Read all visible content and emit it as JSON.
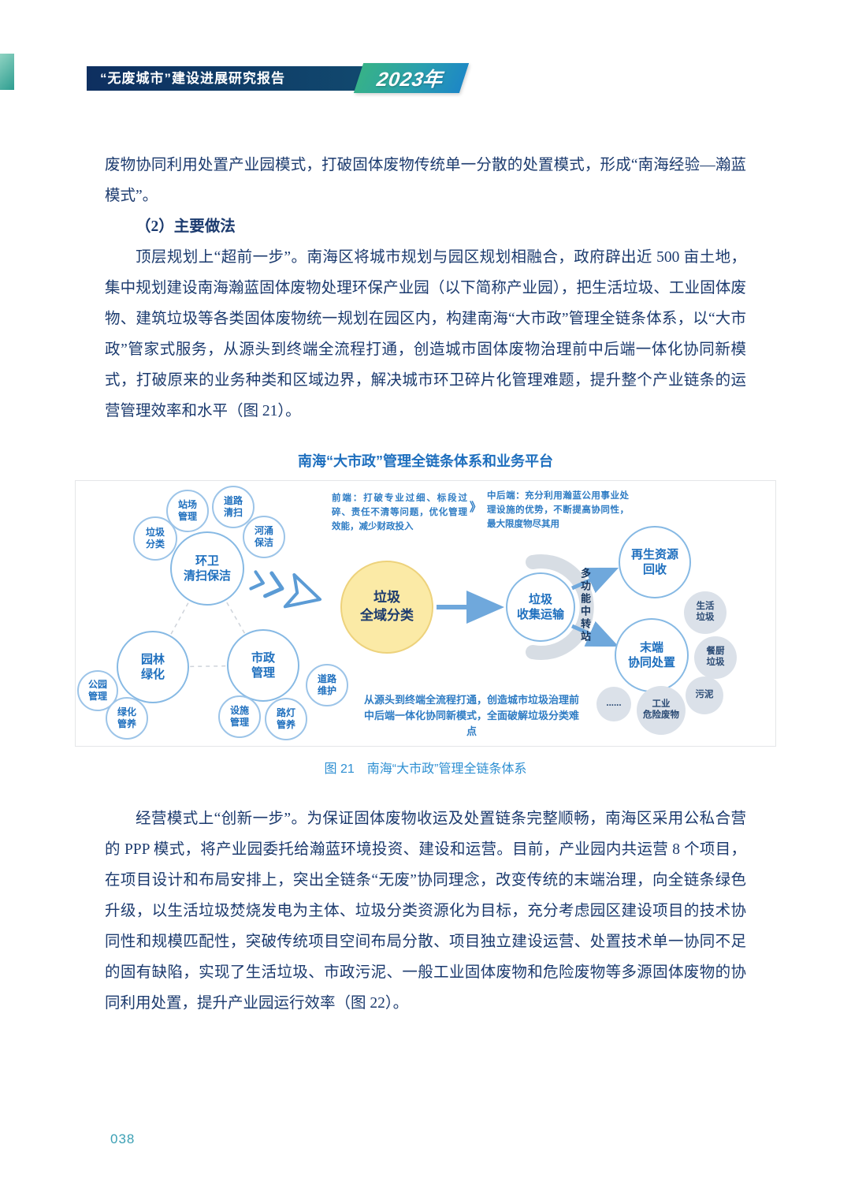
{
  "header": {
    "title": "“无废城市”建设进展研究报告",
    "year_badge": "2023年"
  },
  "body": {
    "para1": "废物协同利用处置产业园模式，打破固体废物传统单一分散的处置模式，形成“南海经验—瀚蓝模式”。",
    "heading": "（2）主要做法",
    "para2": "顶层规划上“超前一步”。南海区将城市规划与园区规划相融合，政府辟出近 500 亩土地，集中规划建设南海瀚蓝固体废物处理环保产业园（以下简称产业园），把生活垃圾、工业固体废物、建筑垃圾等各类固体废物统一规划在园区内，构建南海“大市政”管理全链条体系，以“大市政”管家式服务，从源头到终端全流程打通，创造城市固体废物治理前中后端一体化协同新模式，打破原来的业务种类和区域边界，解决城市环卫碎片化管理难题，提升整个产业链条的运营管理效率和水平（图 21）。",
    "para3": "经营模式上“创新一步”。为保证固体废物收运及处置链条完整顺畅，南海区采用公私合营的 PPP 模式，将产业园委托给瀚蓝环境投资、建设和运营。目前，产业园内共运营 8 个项目，在项目设计和布局安排上，突出全链条“无废”协同理念，改变传统的末端治理，向全链条绿色升级，以生活垃圾焚烧发电为主体、垃圾分类资源化为目标，充分考虑园区建设项目的技术协同性和规模匹配性，突破传统项目空间布局分散、项目独立建设运营、处置技术单一协同不足的固有缺陷，实现了生活垃圾、市政污泥、一般工业固体废物和危险废物等多源固体废物的协同利用处置，提升产业园运行效率（图 22）。"
  },
  "diagram": {
    "title": "南海“大市政”管理全链条体系和业务平台",
    "caption": "图 21　南海“大市政”管理全链条体系",
    "notes": {
      "front": "前端：打破专业过细、标段过碎、责任不清等问题，优化管理效能，减少财政投入",
      "separator": "》",
      "mid_rear": "中后端：充分利用瀚蓝公用事业处理设施的优势，不断提高协同性，最大限度物尽其用",
      "bottom": "从源头到终端全流程打通，创造城市垃圾治理前中后端一体化协同新模式，全面破解垃圾分类难点"
    },
    "nodes": {
      "waste_sorting": "垃圾\n分类",
      "station_mgmt": "站场\n管理",
      "road_sweeping": "道路\n清扫",
      "river_cleaning": "河涌\n保洁",
      "sanitation": "环卫\n清扫保洁",
      "citywide_sorting": "垃圾\n全域分类",
      "collection_transport": "垃圾\n收集运输",
      "transfer_station": "多功能中转站",
      "recycling": "再生资源\n回收",
      "end_disposal": "末端\n协同处置",
      "household_waste": "生活\n垃圾",
      "kitchen_waste": "餐厨\n垃圾",
      "sludge": "污泥",
      "industrial_hazardous": "工业\n危险废物",
      "ellipsis": "......",
      "landscaping": "园林\n绿化",
      "park_mgmt": "公园\n管理",
      "greening_maint": "绿化\n管养",
      "municipal_mgmt": "市政\n管理",
      "facility_mgmt": "设施\n管理",
      "streetlight_maint": "路灯\n管养",
      "road_maint": "道路\n维护"
    }
  },
  "footer": {
    "page_number": "038"
  }
}
